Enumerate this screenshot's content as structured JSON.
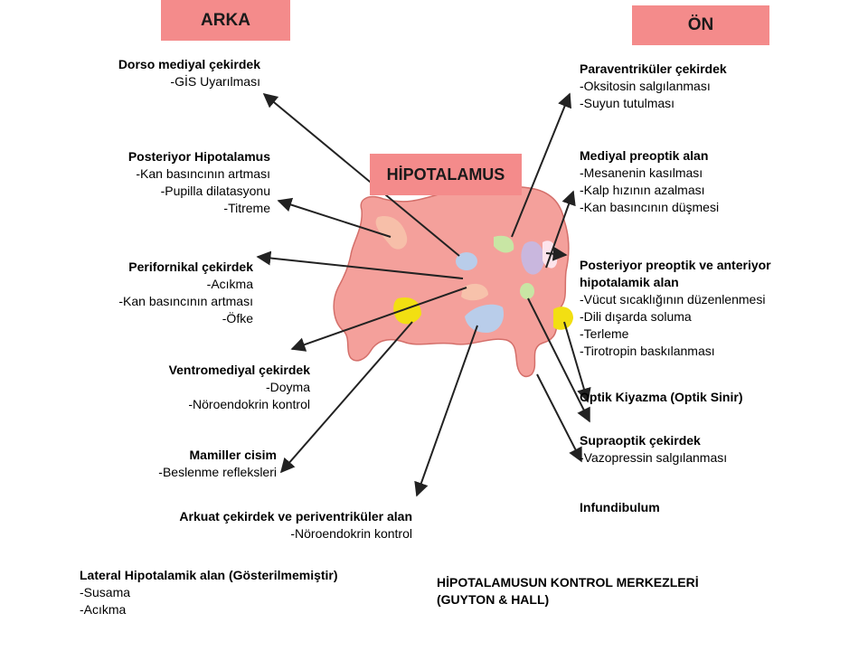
{
  "headers": {
    "back": "ARKA",
    "front": "ÖN",
    "center": "HİPOTALAMUS"
  },
  "left_labels": {
    "dorsomedial": {
      "title": "Dorso mediyal çekirdek",
      "lines": [
        "-GİS Uyarılması"
      ]
    },
    "posterior": {
      "title": "Posteriyor Hipotalamus",
      "lines": [
        "-Kan basıncının artması",
        "-Pupilla dilatasyonu",
        "-Titreme"
      ]
    },
    "perifornical": {
      "title": "Perifornikal çekirdek",
      "lines": [
        "-Acıkma",
        "-Kan basıncının artması",
        "-Öfke"
      ]
    },
    "ventromedial": {
      "title": "Ventromediyal çekirdek",
      "lines": [
        "-Doyma",
        "-Nöroendokrin kontrol"
      ]
    },
    "mammillary": {
      "title": "Mamiller cisim",
      "lines": [
        "-Beslenme refleksleri"
      ]
    },
    "arcuate": {
      "title": "Arkuat çekirdek ve periventriküler alan",
      "lines": [
        "-Nöroendokrin kontrol"
      ]
    },
    "lateral": {
      "title": "Lateral Hipotalamik alan (Gösterilmemiştir)",
      "lines": [
        "-Susama",
        "-Acıkma"
      ]
    }
  },
  "right_labels": {
    "paraventricular": {
      "title": "Paraventriküler çekirdek",
      "lines": [
        "-Oksitosin salgılanması",
        "-Suyun tutulması"
      ]
    },
    "medial_preoptic": {
      "title": "Mediyal preoptik alan",
      "lines": [
        "-Mesanenin kasılması",
        "-Kalp hızının azalması",
        "-Kan basıncının düşmesi"
      ]
    },
    "posterior_preoptic": {
      "title": "Posteriyor preoptik ve anteriyor",
      "title2": "hipotalamik alan",
      "lines": [
        "-Vücut sıcaklığının düzenlenmesi",
        "-Dili dışarda soluma",
        "-Terleme",
        "-Tirotropin baskılanması"
      ]
    },
    "optic_chiasm": {
      "title": "Optik Kiyazma (Optik Sinir)",
      "lines": []
    },
    "supraoptic": {
      "title": "Supraoptik çekirdek",
      "lines": [
        "-Vazopressin salgılanması"
      ]
    },
    "infundibulum": {
      "title": "Infundibulum",
      "lines": []
    }
  },
  "footer": {
    "line1": "HİPOTALAMUSUN KONTROL MERKEZLERİ",
    "line2": "(GUYTON & HALL)"
  },
  "colors": {
    "header_fill": "#f48b8b",
    "brain_fill": "#f4a09b",
    "brain_stroke": "#d46f6a",
    "nucleus_blue": "#b9cdea",
    "nucleus_pink": "#f7c2ab",
    "nucleus_green": "#c8e6a4",
    "nucleus_lilac": "#c9b7de",
    "nucleus_yellow": "#f2df12",
    "arrow": "#222222"
  }
}
